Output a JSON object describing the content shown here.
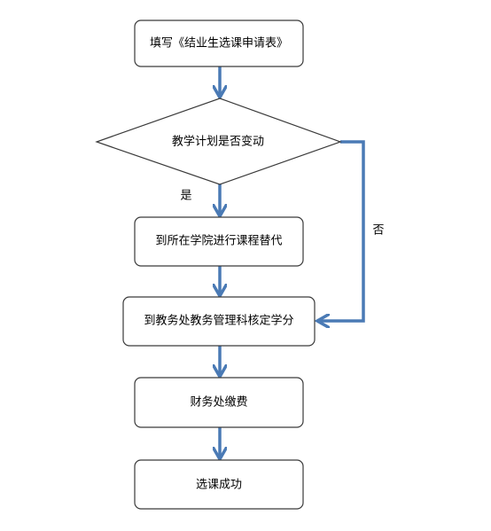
{
  "colors": {
    "connector": "#4a7ab5"
  },
  "steps": {
    "fill_form": "填写《结业生选课申请表》",
    "decision": "教学计划是否变动",
    "college_substitution": "到所在学院进行课程替代",
    "academic_affairs": "到教务处教务管理科核定学分",
    "finance_payment": "财务处缴费",
    "success": "选课成功"
  },
  "labels": {
    "yes": "是",
    "no": "否"
  }
}
